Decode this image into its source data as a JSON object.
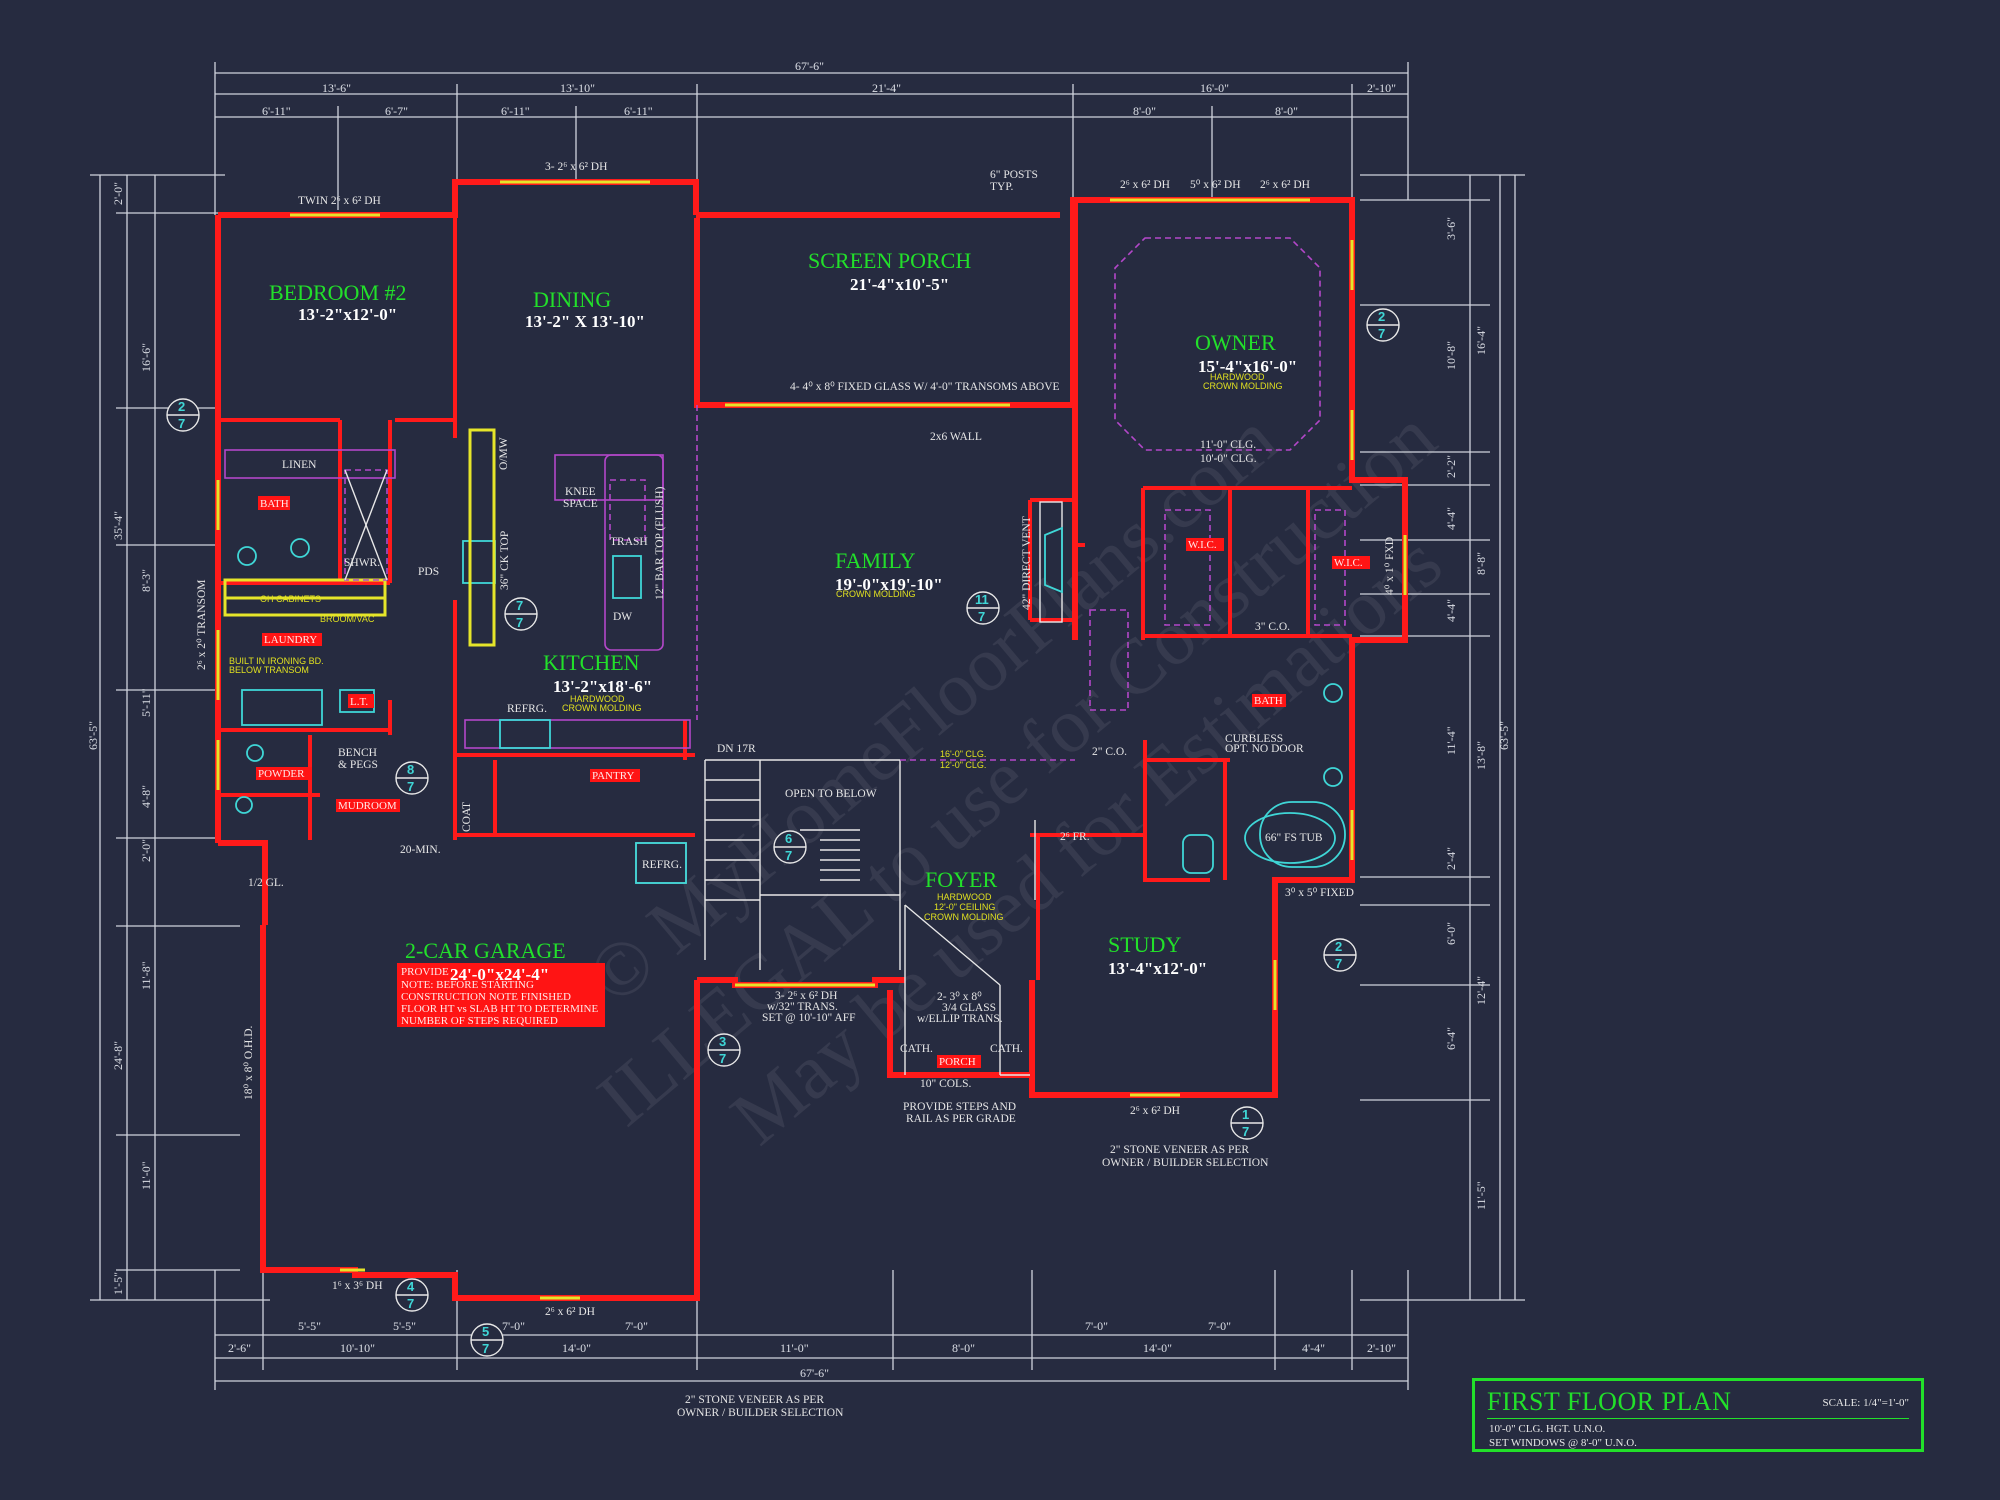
{
  "watermark": {
    "line1": "© MyHomeFloorPlans.com",
    "line2": "ILLEGAL to use for Construction",
    "line3": "May be used for Estimations"
  },
  "title_block": {
    "title": "FIRST FLOOR PLAN",
    "scale": "SCALE: 1/4\"=1'-0\"",
    "note1": "10'-0\" CLG. HGT. U.N.O.",
    "note2": "SET WINDOWS @ 8'-0\" U.N.O."
  },
  "rooms": {
    "bedroom2": {
      "name": "BEDROOM #2",
      "size": "13'-2\"x12'-0\""
    },
    "dining": {
      "name": "DINING",
      "size": "13'-2\" X 13'-10\""
    },
    "screen_porch": {
      "name": "SCREEN PORCH",
      "size": "21'-4\"x10'-5\""
    },
    "owner": {
      "name": "OWNER",
      "size": "15'-4\"x16'-0\"",
      "note1": "HARDWOOD",
      "note2": "CROWN MOLDING"
    },
    "family": {
      "name": "FAMILY",
      "size": "19'-0\"x19'-10\"",
      "note1": "CROWN MOLDING"
    },
    "kitchen": {
      "name": "KITCHEN",
      "size": "13'-2\"x18'-6\"",
      "note1": "HARDWOOD",
      "note2": "CROWN MOLDING"
    },
    "garage": {
      "name": "2-CAR GARAGE",
      "size": "24'-0\"x24'-4\""
    },
    "foyer": {
      "name": "FOYER",
      "note1": "HARDWOOD",
      "note2": "12'-0\" CEILING",
      "note3": "CROWN MOLDING"
    },
    "study": {
      "name": "STUDY",
      "size": "13'-4\"x12'-0\""
    }
  },
  "red_labels": {
    "bath": "BATH",
    "laundry": "LAUNDRY",
    "powder": "POWDER",
    "mudroom": "MUDROOM",
    "pantry": "PANTRY",
    "lt": "L.T.",
    "wic1": "W.I.C.",
    "wic2": "W.I.C.",
    "bath2": "BATH",
    "porch": "PORCH"
  },
  "garage_note": {
    "line1": "PROVIDE",
    "line2": "NOTE: BEFORE STARTING",
    "line3": "CONSTRUCTION NOTE FINISHED",
    "line4": "FLOOR HT vs SLAB HT TO DETERMINE",
    "line5": "NUMBER OF STEPS REQUIRED"
  },
  "dims_top": {
    "overall": "67'-6\"",
    "a": "13'-6\"",
    "b": "13'-10\"",
    "c": "21'-4\"",
    "d": "16'-0\"",
    "e": "2'-10\"",
    "a1": "6'-11\"",
    "a2": "6'-7\"",
    "b1": "6'-11\"",
    "b2": "6'-11\"",
    "d1": "8'-0\"",
    "d2": "8'-0\""
  },
  "dims_bottom": {
    "overall": "67'-6\"",
    "a": "2'-6\"",
    "b": "10'-10\"",
    "c": "14'-0\"",
    "d": "11'-0\"",
    "e": "8'-0\"",
    "f": "14'-0\"",
    "g": "4'-4\"",
    "h": "2'-10\"",
    "b1": "5'-5\"",
    "b2": "5'-5\"",
    "c1": "7'-0\"",
    "c2": "7'-0\"",
    "f1": "7'-0\"",
    "f2": "7'-0\""
  },
  "dims_left": {
    "overall": "63'-5\"",
    "a": "2'-0\"",
    "b": "16'-6\"",
    "c": "35'-4\"",
    "d": "8'-3\"",
    "e": "5'-11\"",
    "f": "4'-8\"",
    "g": "2'-0\"",
    "h": "11'-8\"",
    "i": "24'-8\"",
    "j": "11'-0\"",
    "k": "1'-5\""
  },
  "dims_right": {
    "overall": "63'-5\"",
    "a": "3'-6\"",
    "b": "16'-4\"",
    "c": "10'-8\"",
    "d": "2'-2\"",
    "e": "4'-4\"",
    "f": "8'-8\"",
    "g": "4'-4\"",
    "h": "11'-4\"",
    "i": "13'-8\"",
    "j": "2'-4\"",
    "k": "6'-0\"",
    "l": "12'-4\"",
    "m": "6'-4\"",
    "n": "11'-5\""
  },
  "notes": {
    "twin_dh": "TWIN 2⁶ x 6² DH",
    "dh_3": "3- 2⁶ x 6² DH",
    "posts": "6\" POSTS",
    "typ": "TYP.",
    "dh_owner1": "2⁶ x 6² DH",
    "dh_owner2": "5⁰ x 6² DH",
    "dh_owner3": "2⁶ x 6² DH",
    "fixed_glass": "4- 4⁰ x 8⁰ FIXED GLASS W/ 4'-0\" TRANSOMS ABOVE",
    "wall_2x6": "2x6 WALL",
    "linen": "LINEN",
    "shwr": "SHWR.",
    "pds": "PDS",
    "knee_space": "KNEE",
    "knee_space2": "SPACE",
    "trash": "TRASH",
    "dw": "DW",
    "bar_top": "12\" BAR TOP (FLUSH)",
    "ck_top": "36\" CK TOP",
    "omw": "O/MW",
    "refrg": "REFRG.",
    "refrg2": "REFRG.",
    "open_below": "OPEN TO BELOW",
    "dn_17r": "DN 17R",
    "direct_vent": "42\" DIRECT VENT",
    "co_3": "3\" C.O.",
    "co_2": "2\" C.O.",
    "tub": "66\" FS TUB",
    "curbless": "CURBLESS",
    "no_door": "OPT. NO DOOR",
    "clg_owner1": "11'-0\" CLG.",
    "clg_owner2": "10'-0\" CLG.",
    "clg_stair1": "16'-0\" CLG.",
    "clg_stair2": "12'-0\" CLG.",
    "ohd": "18⁰ x 8⁰ O.H.D.",
    "stone1": "2\" STONE VENEER  AS PER",
    "stone1b": "OWNER / BUILDER SELECTION",
    "stone2": "2\" STONE VENEER  AS PER",
    "stone2b": "OWNER / BUILDER SELECTION",
    "foyer_win1": "3- 2⁶ x 6² DH",
    "foyer_win2": "w/32\" TRANS.",
    "foyer_win3": "SET @ 10'-10\" AFF",
    "door_glass1": "2- 3⁰ x 8⁰",
    "door_glass2": "3/4 GLASS",
    "door_glass3": "w/ELLIP TRANS.",
    "cols": "10\" COLS.",
    "provide_steps": "PROVIDE STEPS AND",
    "rail_grade": "RAIL AS PER GRADE",
    "cath1": "CATH.",
    "cath2": "CATH.",
    "study_dh": "2⁶ x 6² DH",
    "garage_dh": "1⁶ x 3⁶ DH",
    "garage_dh2": "2⁶ x 6² DH",
    "bench": "BENCH",
    "pegs": "& PEGS",
    "coat": "COAT",
    "min20": "20-MIN.",
    "gl12": "1/2 GL.",
    "wic_fixed": "4⁰ x 1⁰ FXD",
    "transom": "2⁶ x 2⁰ TRANSOM",
    "ironing": "BUILT IN IRONING BD.",
    "below_transom": "BELOW TRANSOM",
    "oh_cab": "OH CABINETS",
    "broom": "BROOM/VAC",
    "fixed_study": "3⁰ x 5⁰ FIXED",
    "fr_2": "2⁶ FR."
  },
  "section_markers": [
    {
      "num": "2",
      "sheet": "7"
    },
    {
      "num": "7",
      "sheet": "7"
    },
    {
      "num": "8",
      "sheet": "7"
    },
    {
      "num": "11",
      "sheet": "7"
    },
    {
      "num": "6",
      "sheet": "7"
    },
    {
      "num": "2",
      "sheet": "7"
    },
    {
      "num": "3",
      "sheet": "7"
    },
    {
      "num": "4",
      "sheet": "7"
    },
    {
      "num": "5",
      "sheet": "7"
    },
    {
      "num": "1",
      "sheet": "7"
    },
    {
      "num": "2",
      "sheet": "7"
    }
  ]
}
